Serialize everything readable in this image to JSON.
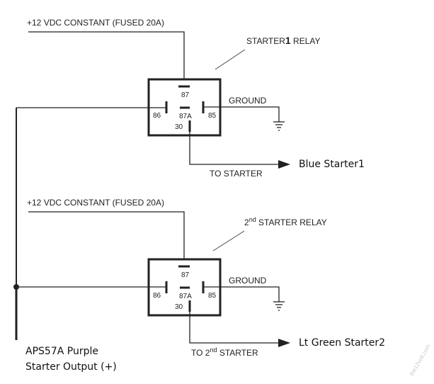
{
  "diagram": {
    "supply_label": "+12 VDC CONSTANT (FUSED 20A)",
    "ground_label": "GROUND",
    "pins": {
      "p87": "87",
      "p86": "86",
      "p87a": "87A",
      "p85": "85",
      "p30": "30"
    },
    "relay1": {
      "title_pre": "STARTER",
      "title_num": "1",
      "title_post": " RELAY",
      "to_text": "TO STARTER",
      "output_label": "Blue Starter1"
    },
    "relay2": {
      "title_num": "2",
      "title_sup": "nd",
      "title_post": " STARTER RELAY",
      "to_pre": "TO 2",
      "to_sup": "nd",
      "to_post": " STARTER",
      "output_label": "Lt Green Starter2"
    },
    "source_label_line1": "APS57A Purple",
    "source_label_line2": "Starter Output (+)",
    "watermark": "the12volt.com"
  }
}
